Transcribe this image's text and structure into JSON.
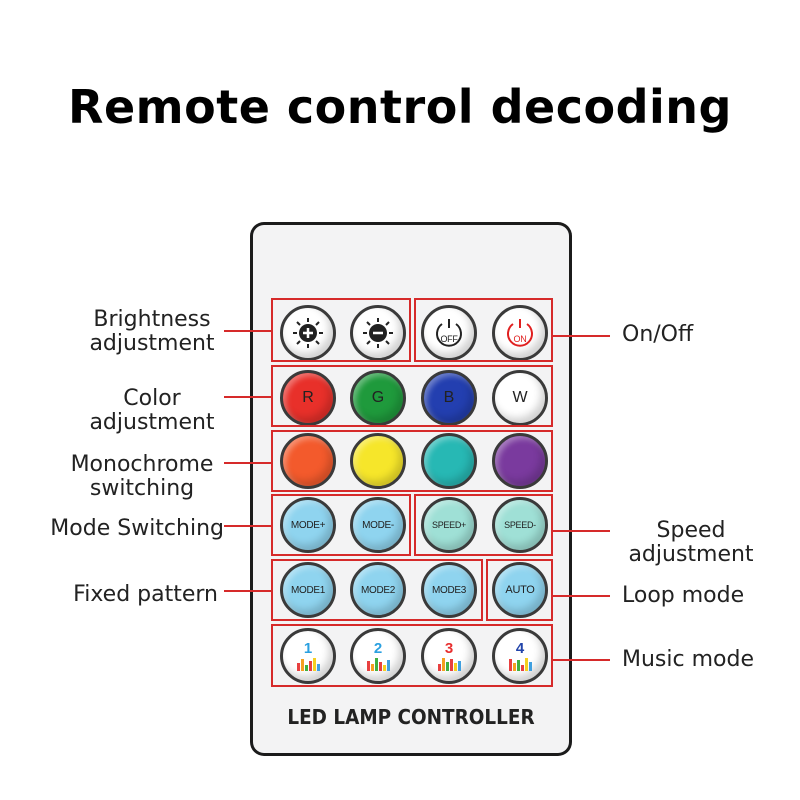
{
  "title": "Remote control decoding",
  "remote": {
    "brand_label": "LED LAMP CONTROLLER"
  },
  "buttons": {
    "off_label": "OFF",
    "on_label": "ON",
    "red_label": "R",
    "green_label": "G",
    "blue_label": "B",
    "white_label": "W",
    "mode_plus": "MODE+",
    "mode_minus": "MODE-",
    "speed_plus": "SPEED+",
    "speed_minus": "SPEED-",
    "mode1": "MODE1",
    "mode2": "MODE2",
    "mode3": "MODE3",
    "auto": "AUTO",
    "music1": "1",
    "music2": "2",
    "music3": "3",
    "music4": "4"
  },
  "annotations": {
    "brightness": "Brightness adjustment",
    "on_off": "On/Off",
    "color": "Color adjustment",
    "monochrome": "Monochrome switching",
    "mode_switching": "Mode Switching",
    "speed": "Speed adjustment",
    "fixed_pattern": "Fixed pattern",
    "loop_mode": "Loop mode",
    "music_mode": "Music mode"
  },
  "colors": {
    "accent_red": "#d62a2a",
    "red": "#e8302a",
    "green": "#1f9a3c",
    "blue": "#233fb0",
    "white": "#ffffff",
    "orange": "#f35a2c",
    "yellow": "#f6e62a",
    "teal": "#27b8b4",
    "purple": "#7a3a9e",
    "light_blue": "#8fd4ef",
    "mint": "#9fe0d6"
  }
}
